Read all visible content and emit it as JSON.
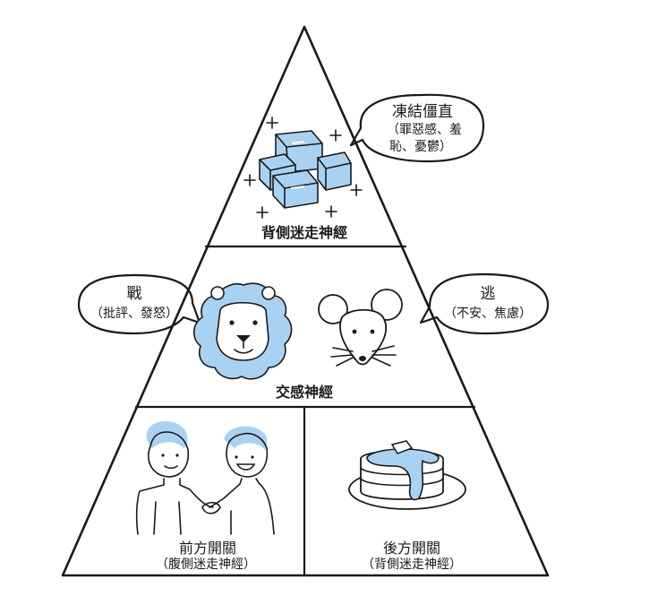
{
  "tiers": {
    "top": {
      "title": "背側迷走神經",
      "bubble": {
        "main": "凍結僵直",
        "sub_line1": "（罪惡感、羞",
        "sub_line2": "恥、憂鬱）"
      }
    },
    "middle": {
      "title": "交感神經",
      "left_bubble": {
        "main": "戰",
        "sub": "（批評、發怒）"
      },
      "right_bubble": {
        "main": "逃",
        "sub": "（不安、焦慮）"
      }
    },
    "bottom": {
      "left": {
        "title": "前方開關",
        "sub": "（腹側迷走神經）"
      },
      "right": {
        "title": "後方開關",
        "sub": "（背側迷走神經）"
      }
    }
  },
  "icons": [
    "ice-cubes-icon",
    "sparkle-icon",
    "lion-icon",
    "mouse-icon",
    "handshake-people-icon",
    "pancakes-icon"
  ],
  "colors": {
    "accent": "#a9d2f2",
    "accent_dark": "#7db8e6",
    "line": "#1a1a1a",
    "background": "#ffffff"
  }
}
